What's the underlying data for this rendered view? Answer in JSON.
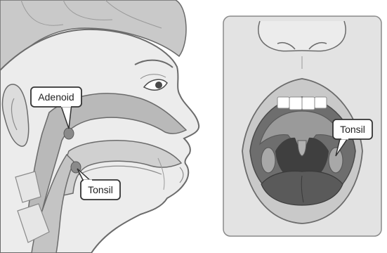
{
  "labels": {
    "adenoid": "Adenoid",
    "tonsil_side": "Tonsil",
    "tonsil_mouth": "Tonsil"
  },
  "colors": {
    "skin_light": "#ececec",
    "skin_mid": "#d8d8d8",
    "skin_dark": "#b9b9b9",
    "line": "#6b6b6b",
    "throat": "#3f3f3f",
    "tissue": "#9a9a9a",
    "panel_bg": "#e3e3e3",
    "callout_fill": "#ffffff"
  }
}
